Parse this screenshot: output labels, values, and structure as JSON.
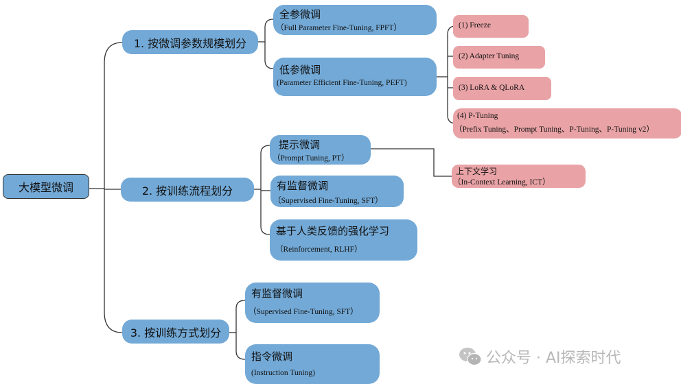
{
  "root": {
    "label": "大模型微调"
  },
  "categories": [
    {
      "label": "1. 按微调参数规模划分"
    },
    {
      "label": "2. 按训练流程划分"
    },
    {
      "label": "3. 按训练方式划分"
    }
  ],
  "methods": {
    "full": {
      "title": "全参微调",
      "subtitle": "（Full  Parameter Fine-Tuning, FPFT）"
    },
    "peft": {
      "title": "低参微调",
      "subtitle": "(Parameter Efficient Fine-Tuning, PEFT)"
    },
    "prompt": {
      "title": "提示微调",
      "subtitle": "（Prompt Tuning, PT）"
    },
    "sft": {
      "title": "有监督微调",
      "subtitle": "（Supervised Fine-Tuning, SFT）"
    },
    "rlhf": {
      "title": "基于人类反馈的强化学习",
      "subtitle": "（Reinforcement, RLHF）"
    },
    "sft2": {
      "title": "有监督微调",
      "subtitle": "（Supervised Fine-Tuning, SFT）"
    },
    "instruction": {
      "title": "指令微调",
      "subtitle": "(Instruction Tuning)"
    }
  },
  "peft_types": [
    {
      "label": "(1) Freeze"
    },
    {
      "label": "(2) Adapter Tuning"
    },
    {
      "label": "(3) LoRA & QLoRA"
    },
    {
      "label": "(4) P-Tuning",
      "detail": "（Prefix Tuning、Prompt Tuning、P-Tuning、P-Tuning v2）"
    }
  ],
  "ict": {
    "title": "上下文学习",
    "subtitle": "（In-Context Learning, ICT）"
  },
  "watermark": {
    "text": "公众号 · AI探索时代",
    "icon": "wechat-icon"
  },
  "colors": {
    "node_blue": "#73a9d6",
    "node_pink": "#e9a3a6",
    "line": "#333333"
  }
}
